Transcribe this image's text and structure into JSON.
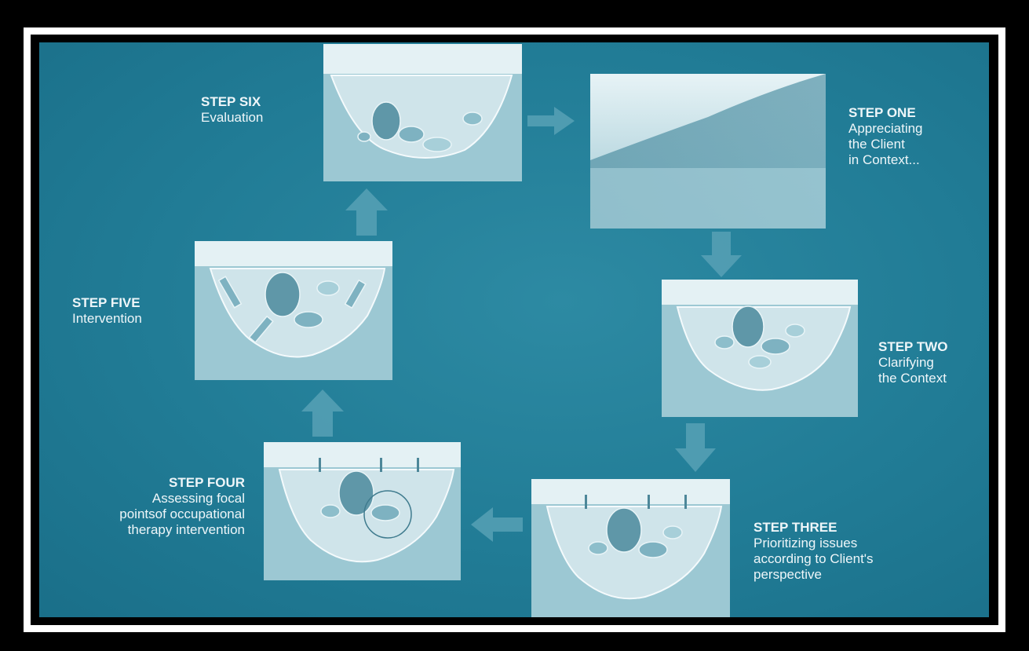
{
  "steps": {
    "one": {
      "title": "STEP ONE",
      "desc": "Appreciating\nthe Client\nin Context..."
    },
    "two": {
      "title": "STEP TWO",
      "desc": "Clarifying\nthe Context"
    },
    "three": {
      "title": "STEP THREE",
      "desc": "Prioritizing issues\naccording to Client's\nperspective"
    },
    "four": {
      "title": "STEP FOUR",
      "desc": "Assessing focal\npointsof occupational\ntherapy intervention"
    },
    "five": {
      "title": "STEP FIVE",
      "desc": "Intervention"
    },
    "six": {
      "title": "STEP SIX",
      "desc": "Evaluation"
    }
  },
  "colors": {
    "background": "#217c96",
    "frame": "#ffffff",
    "water_light": "#dfeef2",
    "water_mid": "#8fbfcc",
    "arrow": "#5aa3b7"
  }
}
